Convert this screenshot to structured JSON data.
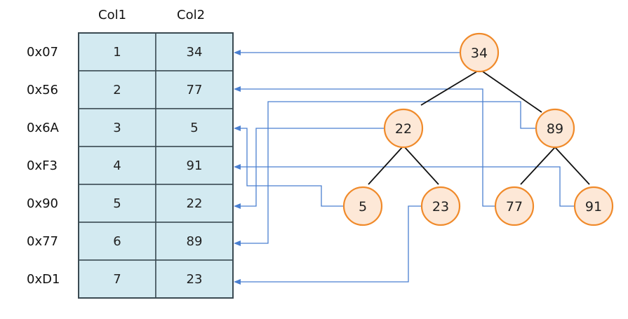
{
  "table": {
    "headers": [
      "Col1",
      "Col2"
    ],
    "rows": [
      {
        "addr": "0x07",
        "col1": "1",
        "col2": "34"
      },
      {
        "addr": "0x56",
        "col1": "2",
        "col2": "77"
      },
      {
        "addr": "0x6A",
        "col1": "3",
        "col2": "5"
      },
      {
        "addr": "0xF3",
        "col1": "4",
        "col2": "91"
      },
      {
        "addr": "0x90",
        "col1": "5",
        "col2": "22"
      },
      {
        "addr": "0x77",
        "col1": "6",
        "col2": "89"
      },
      {
        "addr": "0xD1",
        "col1": "7",
        "col2": "23"
      }
    ]
  },
  "tree": {
    "nodes": [
      "34",
      "22",
      "89",
      "5",
      "23",
      "77",
      "91"
    ]
  },
  "colors": {
    "cell_fill": "#d3eaf1",
    "node_fill": "#fde8d7",
    "node_stroke": "#f08a2a",
    "pointer": "#4a7fd0"
  }
}
